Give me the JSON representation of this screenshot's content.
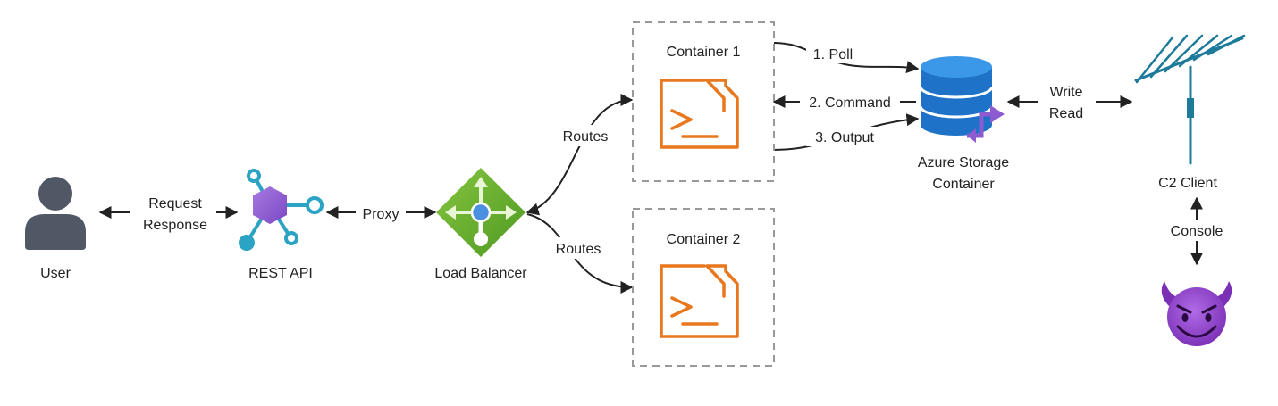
{
  "nodes": {
    "user": "User",
    "rest_api": "REST API",
    "load_balancer": "Load Balancer",
    "container_1": "Container 1",
    "container_2": "Container 2",
    "storage_line1": "Azure Storage",
    "storage_line2": "Container",
    "c2_client": "C2 Client"
  },
  "edges": {
    "request": "Request",
    "response": "Response",
    "proxy": "Proxy",
    "routes_1": "Routes",
    "routes_2": "Routes",
    "poll": "1. Poll",
    "command": "2. Command",
    "output": "3. Output",
    "write": "Write",
    "read": "Read",
    "console": "Console"
  },
  "icons": {
    "user": "user-icon",
    "rest_api": "api-hexagon-icon",
    "load_balancer": "load-balancer-icon",
    "container": "terminal-icon",
    "storage": "database-icon",
    "c2_client": "antenna-icon",
    "attacker": "smiling-devil-emoji"
  },
  "colors": {
    "edge": "#222222",
    "dashed_border": "#999999",
    "terminal_orange": "#E8771E",
    "db_blue": "#1E73C8",
    "lb_green": "#6DB12F",
    "api_purple": "#8C5BD0",
    "api_teal": "#2BA3C4",
    "antenna_teal": "#1D7A9A",
    "devil_purple": "#8E3FC7"
  }
}
